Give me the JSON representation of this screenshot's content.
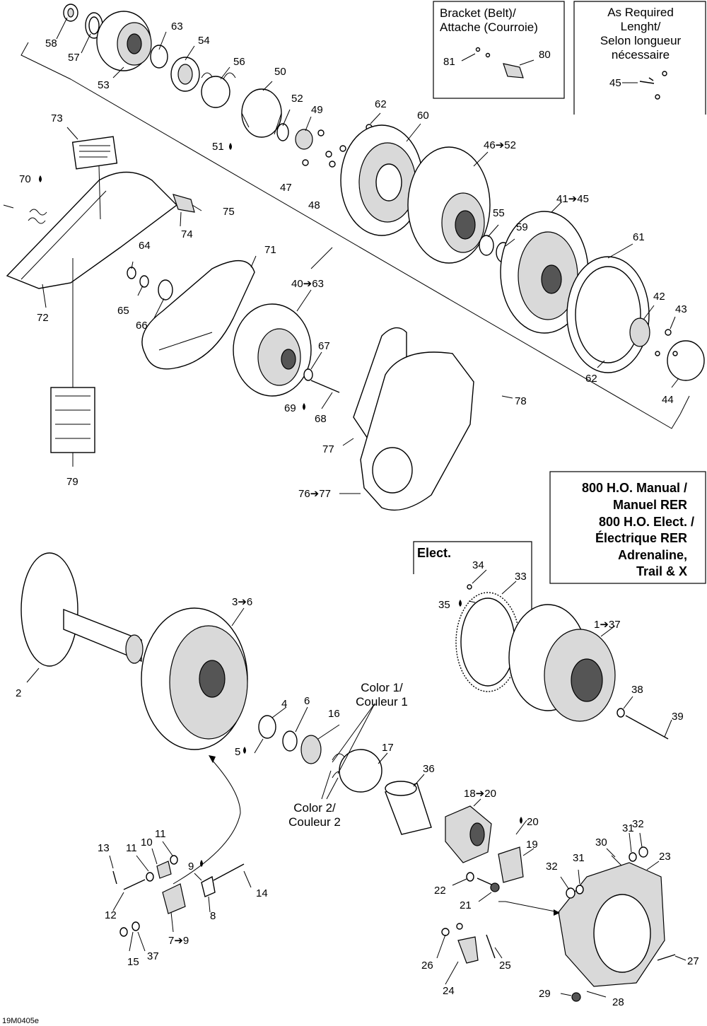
{
  "boxes": {
    "bracket": {
      "line1": "Bracket (Belt)/",
      "line2": "Attache (Courroie)"
    },
    "as_required": {
      "line1": "As Required",
      "line2": "Lenght/",
      "line3": "Selon longueur",
      "line4": "nécessaire"
    },
    "models": {
      "line1": "800 H.O. Manual /",
      "line2": "Manuel RER",
      "line3": "800 H.O. Elect. /",
      "line4": "Électrique RER",
      "line5": "Adrenaline,",
      "line6": "Trail & X"
    },
    "elect": {
      "label": "Elect."
    }
  },
  "annotations": {
    "color1_line1": "Color 1/",
    "color1_line2": "Couleur 1",
    "color2_line1": "Color 2/",
    "color2_line2": "Couleur 2",
    "ref_code": "19M0405e"
  },
  "callouts": {
    "c58": "58",
    "c57": "57",
    "c53": "53",
    "c63": "63",
    "c54": "54",
    "c56": "56",
    "c50": "50",
    "c52": "52",
    "c49": "49",
    "c51": "51",
    "c47": "47",
    "c48": "48",
    "c62a": "62",
    "c60": "60",
    "c46": "46➔52",
    "c73": "73",
    "c70": "70",
    "c75": "75",
    "c74": "74",
    "c72": "72",
    "c64": "64",
    "c65": "65",
    "c66": "66",
    "c71": "71",
    "c40": "40➔63",
    "c55": "55",
    "c59": "59",
    "c41": "41➔45",
    "c61": "61",
    "c42": "42",
    "c43": "43",
    "c44": "44",
    "c62b": "62",
    "c67": "67",
    "c69": "69",
    "c68": "68",
    "c78": "78",
    "c77": "77",
    "c76": "76➔77",
    "c79": "79",
    "c81": "81",
    "c80": "80",
    "c45": "45",
    "c2": "2",
    "c3": "3➔6",
    "c4": "4",
    "c6": "6",
    "c16": "16",
    "c5": "5",
    "c17": "17",
    "c36": "36",
    "c18": "18➔20",
    "c20": "20",
    "c19": "19",
    "c22": "22",
    "c21": "21",
    "c34": "34",
    "c33": "33",
    "c35": "35",
    "c1": "1➔37",
    "c38": "38",
    "c39": "39",
    "c31a": "31",
    "c32a": "32",
    "c30": "30",
    "c23": "23",
    "c32b": "32",
    "c31b": "31",
    "c27": "27",
    "c29": "29",
    "c28": "28",
    "c26": "26",
    "c25": "25",
    "c24": "24",
    "c13": "13",
    "c11a": "11",
    "c10": "10",
    "c11b": "11",
    "c9": "9",
    "c14": "14",
    "c12": "12",
    "c8": "8",
    "c7": "7➔9",
    "c15": "15",
    "c37": "37"
  }
}
